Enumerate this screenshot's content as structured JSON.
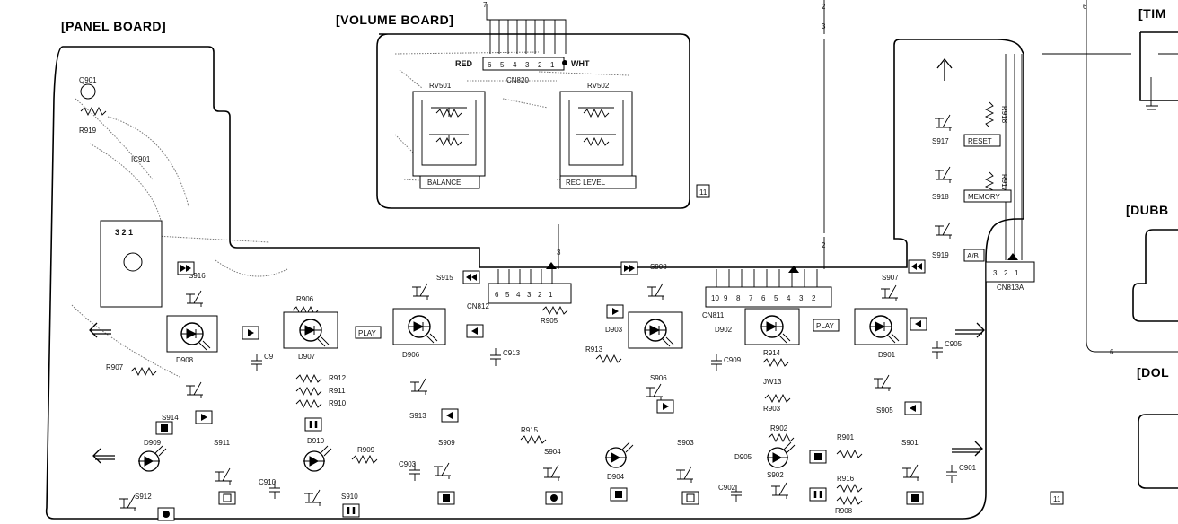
{
  "titles": {
    "panel_board": "[PANEL BOARD]",
    "volume_board": "[VOLUME BOARD]",
    "timer_partial": "[TIM",
    "dubbing_partial": "[DUBB",
    "dolby_partial": "[DOL"
  },
  "volume_board": {
    "connector": "CN820",
    "wire_red": "RED",
    "wire_wht": "WHT",
    "pins": [
      "6",
      "5",
      "4",
      "3",
      "2",
      "1"
    ],
    "pot1": "RV501",
    "pot2": "RV502",
    "pot1_label": "BALANCE",
    "pot2_label": "REC LEVEL",
    "page_ref": "11"
  },
  "connectors": {
    "cn812": "CN812",
    "cn812_pins": [
      "6",
      "5",
      "4",
      "3",
      "2",
      "1"
    ],
    "cn811": "CN811",
    "cn811_pins": [
      "10",
      "9",
      "8",
      "7",
      "6",
      "5",
      "4",
      "3",
      "2"
    ],
    "cn813a": "CN813A",
    "cn813a_pins": [
      "3",
      "2",
      "1"
    ]
  },
  "wire_numbers": {
    "top_7": "7",
    "top_2": "2",
    "top_3": "3",
    "top_6": "6",
    "mid_3": "3",
    "mid_2": "2",
    "loop_6": "6"
  },
  "tags": {
    "play_1": "PLAY",
    "play_2": "PLAY",
    "reset": "RESET",
    "memory": "MEMORY",
    "ab": "A/B",
    "page_ref_bottom": "11"
  },
  "parts": {
    "q901": "Q901",
    "r919": "R919",
    "ic901": "IC901",
    "ic_pins": "3 2 1",
    "s916": "S916",
    "s915": "S915",
    "s908": "S908",
    "s907": "S907",
    "r906": "R906",
    "r905": "R905",
    "r907": "R907",
    "d908": "D908",
    "d907": "D907",
    "d906": "D906",
    "d903": "D903",
    "d902": "D902",
    "d901": "D901",
    "c9": "C9",
    "c913": "C913",
    "r913": "R913",
    "c909": "C909",
    "c905": "C905",
    "r912": "R912",
    "r911": "R911",
    "r910": "R910",
    "r914": "R914",
    "jw13": "JW13",
    "r903": "R903",
    "r902": "R902",
    "r901": "R901",
    "r916": "R916",
    "r908": "R908",
    "r909": "R909",
    "r915": "R915",
    "r918": "R918",
    "r917": "R917",
    "s914": "S914",
    "s913": "S913",
    "s906": "S906",
    "s905": "S905",
    "s909": "S909",
    "s911": "S911",
    "s904": "S904",
    "s903": "S903",
    "s902": "S902",
    "s901": "S901",
    "s912": "S912",
    "s910": "S910",
    "s917": "S917",
    "s918": "S918",
    "s919": "S919",
    "d909": "D909",
    "d910": "D910",
    "d904": "D904",
    "d905": "D905",
    "c910": "C910",
    "c903": "C903",
    "c902": "C902",
    "c901": "C901"
  }
}
